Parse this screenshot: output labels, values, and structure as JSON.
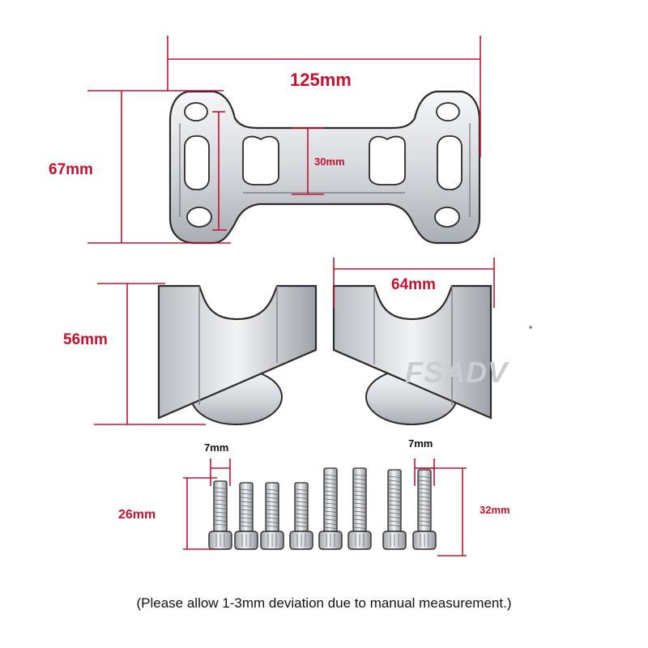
{
  "colors": {
    "dimension_red": "#c8102e",
    "metal_light": "#eef0f2",
    "metal_dark": "#8a8f96",
    "outline": "#2b2b2b",
    "logo_grey": "#c9ccd0"
  },
  "dimensions": {
    "top_clamp_width": "125mm",
    "top_clamp_height": "67mm",
    "center_bridge_height": "30mm",
    "riser_height": "56mm",
    "riser_width": "64mm",
    "bolt_diameter_left": "7mm",
    "bolt_diameter_right": "7mm",
    "short_bolt_length": "26mm",
    "long_bolt_length": "32mm"
  },
  "brand": {
    "logo_text": "FSADV"
  },
  "footer": {
    "note": "(Please allow 1-3mm deviation due to manual measurement.)"
  }
}
